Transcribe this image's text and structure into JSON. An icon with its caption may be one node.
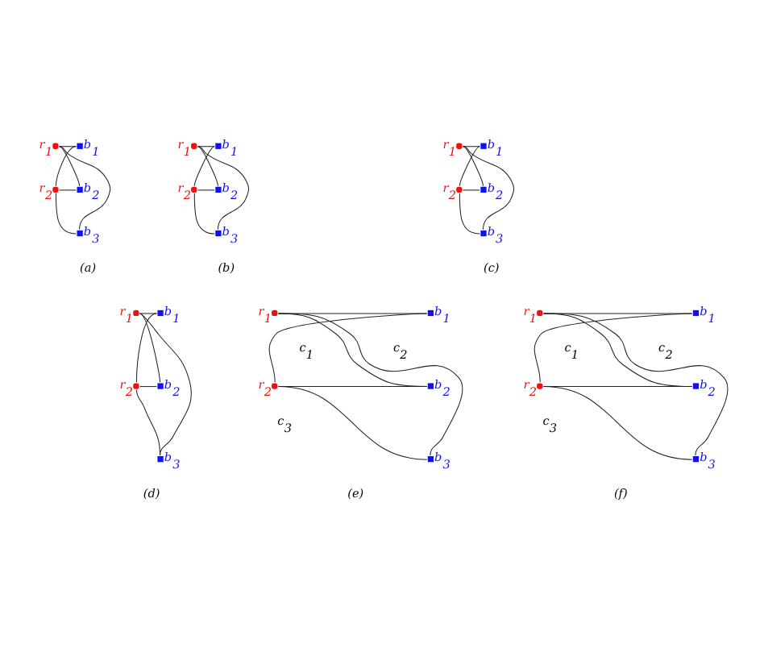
{
  "diagram": {
    "nodes": [
      {
        "text": [
          "r$_{1}$"
        ]
      },
      {
        "text": [
          "r$_{2}$"
        ]
      },
      {
        "text": [
          "b$_{1}$"
        ]
      },
      {
        "text": [
          "b$_{2}$"
        ]
      },
      {
        "text": [
          "b$_{3}$"
        ]
      },
      {
        "text": [
          "r$_{1}$"
        ]
      },
      {
        "text": [
          "r$_{2}$"
        ]
      },
      {
        "text": [
          "b$_{1}$"
        ]
      },
      {
        "text": [
          "b$_{2}$"
        ]
      },
      {
        "text": [
          "b$_{3}$"
        ]
      },
      {
        "text": [
          "r$_{1}$"
        ]
      },
      {
        "text": [
          "r$_{2}$"
        ]
      },
      {
        "text": [
          "b$_{1}$"
        ]
      },
      {
        "text": [
          "b$_{2}$"
        ]
      },
      {
        "text": [
          "b$_{3}$"
        ]
      },
      {
        "text": [
          "r$_{1}$"
        ]
      },
      {
        "text": [
          "r$_{2}$"
        ]
      },
      {
        "text": [
          "b$_{1}$"
        ]
      },
      {
        "text": [
          "b$_{2}$"
        ]
      },
      {
        "text": [
          "b$_{3}$"
        ]
      },
      {
        "text": [
          "r$_{1}$"
        ]
      },
      {
        "text": [
          "r$_{2}$"
        ]
      },
      {
        "text": [
          "b$_{1}$"
        ]
      },
      {
        "text": [
          "b$_{2}$"
        ]
      },
      {
        "text": [
          "b$_{3}$"
        ]
      },
      {
        "text": [
          "r$_{1}$"
        ]
      },
      {
        "text": [
          "r$_{2}$"
        ]
      },
      {
        "text": [
          "b$_{1}$"
        ]
      },
      {
        "text": [
          "b$_{2}$"
        ]
      },
      {
        "text": [
          "b$_{3}$"
        ]
      }
    ],
    "edges": [
      {
        "from": 0,
        "to": 2,
        "arrow": "none"
      },
      {
        "from": 0,
        "to": 3,
        "arrow": "none"
      },
      {
        "from": 0,
        "to": 4,
        "arrow": "none"
      },
      {
        "from": 1,
        "to": 2,
        "arrow": "none"
      },
      {
        "from": 1,
        "to": 3,
        "arrow": "none"
      },
      {
        "from": 1,
        "to": 4,
        "arrow": "none"
      },
      {
        "from": 5,
        "to": 7,
        "arrow": "none"
      },
      {
        "from": 5,
        "to": 8,
        "arrow": "none"
      },
      {
        "from": 5,
        "to": 9,
        "arrow": "none"
      },
      {
        "from": 6,
        "to": 7,
        "arrow": "none"
      },
      {
        "from": 6,
        "to": 8,
        "arrow": "none"
      },
      {
        "from": 6,
        "to": 9,
        "arrow": "none"
      },
      {
        "from": 10,
        "to": 12,
        "arrow": "none"
      },
      {
        "from": 10,
        "to": 13,
        "arrow": "none"
      },
      {
        "from": 10,
        "to": 14,
        "arrow": "none"
      },
      {
        "from": 11,
        "to": 12,
        "arrow": "none"
      },
      {
        "from": 11,
        "to": 13,
        "arrow": "none"
      },
      {
        "from": 11,
        "to": 14,
        "arrow": "none"
      },
      {
        "from": 15,
        "to": 17,
        "arrow": "none"
      },
      {
        "from": 15,
        "to": 18,
        "arrow": "none"
      },
      {
        "from": 15,
        "to": 19,
        "arrow": "none"
      },
      {
        "from": 16,
        "to": 17,
        "arrow": "none"
      },
      {
        "from": 16,
        "to": 18,
        "arrow": "none"
      },
      {
        "from": 16,
        "to": 19,
        "arrow": "none"
      },
      {
        "from": 20,
        "to": 22,
        "arrow": "none"
      },
      {
        "from": 20,
        "to": 23,
        "arrow": "none"
      },
      {
        "from": 20,
        "to": 24,
        "arrow": "none"
      },
      {
        "from": 21,
        "to": 22,
        "arrow": "none"
      },
      {
        "from": 21,
        "to": 23,
        "arrow": "none"
      },
      {
        "from": 21,
        "to": 24,
        "arrow": "none"
      },
      {
        "from": 25,
        "to": 27,
        "arrow": "none"
      },
      {
        "from": 25,
        "to": 28,
        "arrow": "none"
      },
      {
        "from": 25,
        "to": 29,
        "arrow": "none"
      },
      {
        "from": 26,
        "to": 27,
        "arrow": "none"
      },
      {
        "from": 26,
        "to": 28,
        "arrow": "none"
      },
      {
        "from": 26,
        "to": 29,
        "arrow": "none"
      }
    ],
    "labels": [
      "(a)",
      "(b)",
      "(c)",
      "(d)",
      "(e)",
      "(f)",
      "c$_{1}$",
      "c$_{2}$",
      "c$_{3}$",
      "c$_{1}$",
      "c$_{2}$",
      "c$_{3}$"
    ]
  }
}
